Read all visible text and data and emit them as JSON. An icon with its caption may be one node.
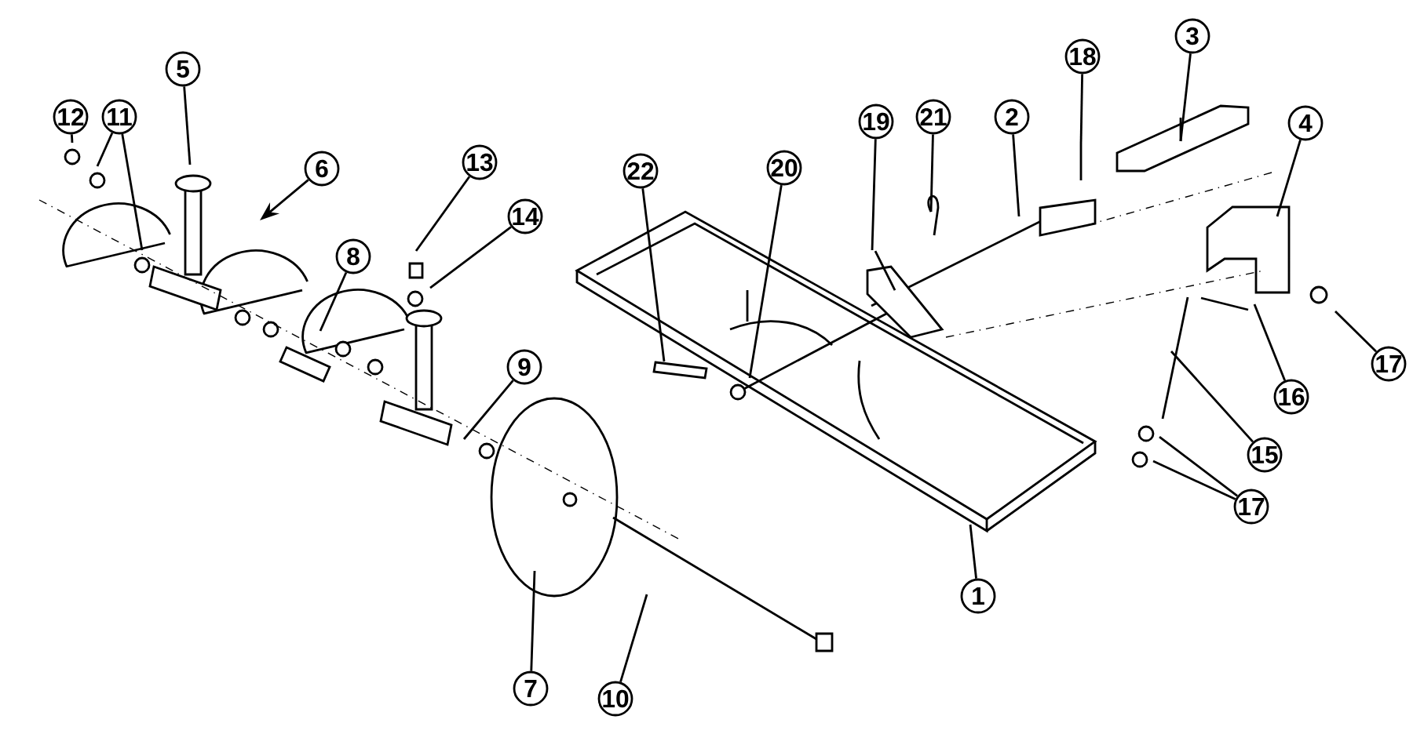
{
  "diagram": {
    "nodes": [
      {
        "text": [
          "12"
        ]
      },
      {
        "text": [
          "11"
        ]
      },
      {
        "text": [
          "5"
        ]
      },
      {
        "text": [
          "6"
        ]
      },
      {
        "text": [
          "13"
        ]
      },
      {
        "text": [
          "14"
        ]
      },
      {
        "text": [
          "8"
        ]
      },
      {
        "text": [
          "9"
        ]
      },
      {
        "text": [
          "7"
        ]
      },
      {
        "text": [
          "10"
        ]
      },
      {
        "text": [
          "22"
        ]
      },
      {
        "text": [
          "20"
        ]
      },
      {
        "text": [
          "19"
        ]
      },
      {
        "text": [
          "21"
        ]
      },
      {
        "text": [
          "2"
        ]
      },
      {
        "text": [
          "18"
        ]
      },
      {
        "text": [
          "3"
        ]
      },
      {
        "text": [
          "4"
        ]
      },
      {
        "text": [
          "17"
        ]
      },
      {
        "text": [
          "16"
        ]
      },
      {
        "text": [
          "15"
        ]
      },
      {
        "text": [
          "17"
        ]
      },
      {
        "text": [
          "1"
        ]
      }
    ],
    "edges": [
      {
        "from": 0,
        "to": null,
        "arrow": "none"
      },
      {
        "from": 1,
        "to": null,
        "arrow": "none"
      },
      {
        "from": 1,
        "to": null,
        "arrow": "none"
      },
      {
        "from": 2,
        "to": null,
        "arrow": "none"
      },
      {
        "from": 3,
        "to": null,
        "arrow": "to"
      },
      {
        "from": 4,
        "to": null,
        "arrow": "none"
      },
      {
        "from": 5,
        "to": null,
        "arrow": "none"
      },
      {
        "from": 6,
        "to": null,
        "arrow": "none"
      },
      {
        "from": 7,
        "to": null,
        "arrow": "none"
      },
      {
        "from": 8,
        "to": null,
        "arrow": "none"
      },
      {
        "from": 9,
        "to": null,
        "arrow": "none"
      },
      {
        "from": 10,
        "to": null,
        "arrow": "none"
      },
      {
        "from": 11,
        "to": null,
        "arrow": "none"
      },
      {
        "from": 12,
        "to": null,
        "arrow": "none"
      },
      {
        "from": 13,
        "to": null,
        "arrow": "none"
      },
      {
        "from": 14,
        "to": null,
        "arrow": "none"
      },
      {
        "from": 15,
        "to": null,
        "arrow": "none"
      },
      {
        "from": 16,
        "to": null,
        "arrow": "none"
      },
      {
        "from": 17,
        "to": null,
        "arrow": "none"
      },
      {
        "from": 18,
        "to": null,
        "arrow": "none"
      },
      {
        "from": 19,
        "to": null,
        "arrow": "none"
      },
      {
        "from": 20,
        "to": null,
        "arrow": "none"
      },
      {
        "from": 21,
        "to": null,
        "arrow": "none"
      },
      {
        "from": 21,
        "to": null,
        "arrow": "none"
      },
      {
        "from": 22,
        "to": null,
        "arrow": "none"
      }
    ]
  }
}
